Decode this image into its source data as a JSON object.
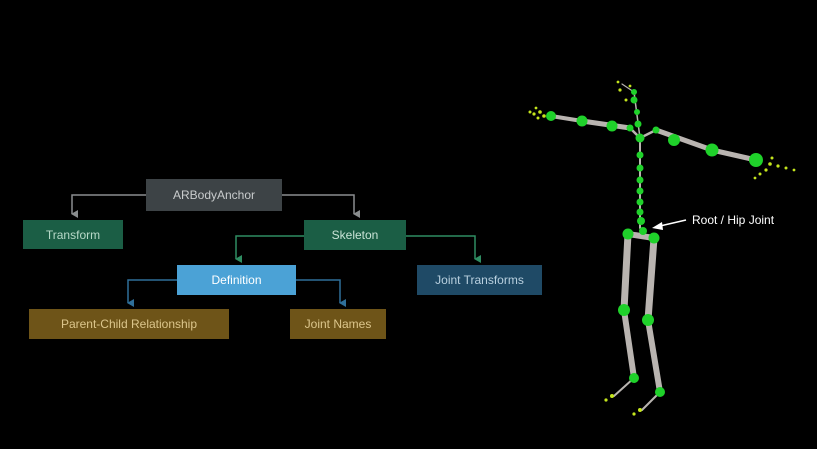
{
  "diagram": {
    "nodes": {
      "arbodyanchor": {
        "label": "ARBodyAnchor",
        "bg": "#3d4346",
        "fg": "#c9cccd"
      },
      "transform": {
        "label": "Transform",
        "bg": "#1b5e45",
        "fg": "#b7d9c8"
      },
      "skeleton": {
        "label": "Skeleton",
        "bg": "#1b5e45",
        "fg": "#c9e3d6"
      },
      "definition": {
        "label": "Definition",
        "bg": "#4ba2d6",
        "fg": "#ffffff"
      },
      "joint_transforms": {
        "label": "Joint Transforms",
        "bg": "#1f4a66",
        "fg": "#b9d0df"
      },
      "parent_child_relationship": {
        "label": "Parent-Child Relationship",
        "bg": "#6e5418",
        "fg": "#dcc68c"
      },
      "joint_names": {
        "label": "Joint Names",
        "bg": "#6e5418",
        "fg": "#dcc68c"
      }
    },
    "edges": [
      {
        "from": "arbodyanchor",
        "to": "transform"
      },
      {
        "from": "arbodyanchor",
        "to": "skeleton"
      },
      {
        "from": "skeleton",
        "to": "definition"
      },
      {
        "from": "skeleton",
        "to": "joint_transforms"
      },
      {
        "from": "definition",
        "to": "parent_child_relationship"
      },
      {
        "from": "definition",
        "to": "joint_names"
      }
    ],
    "colors": {
      "line_gray": "#8a8d8f",
      "line_green": "#2f8d62",
      "line_blue": "#2f6f99"
    }
  },
  "skeleton_figure": {
    "callout": "Root / Hip Joint",
    "colors": {
      "bone": "#b9b4b0",
      "joint": "#1fd12a",
      "small_joint": "#c4e51d",
      "arrow": "#ffffff"
    }
  }
}
